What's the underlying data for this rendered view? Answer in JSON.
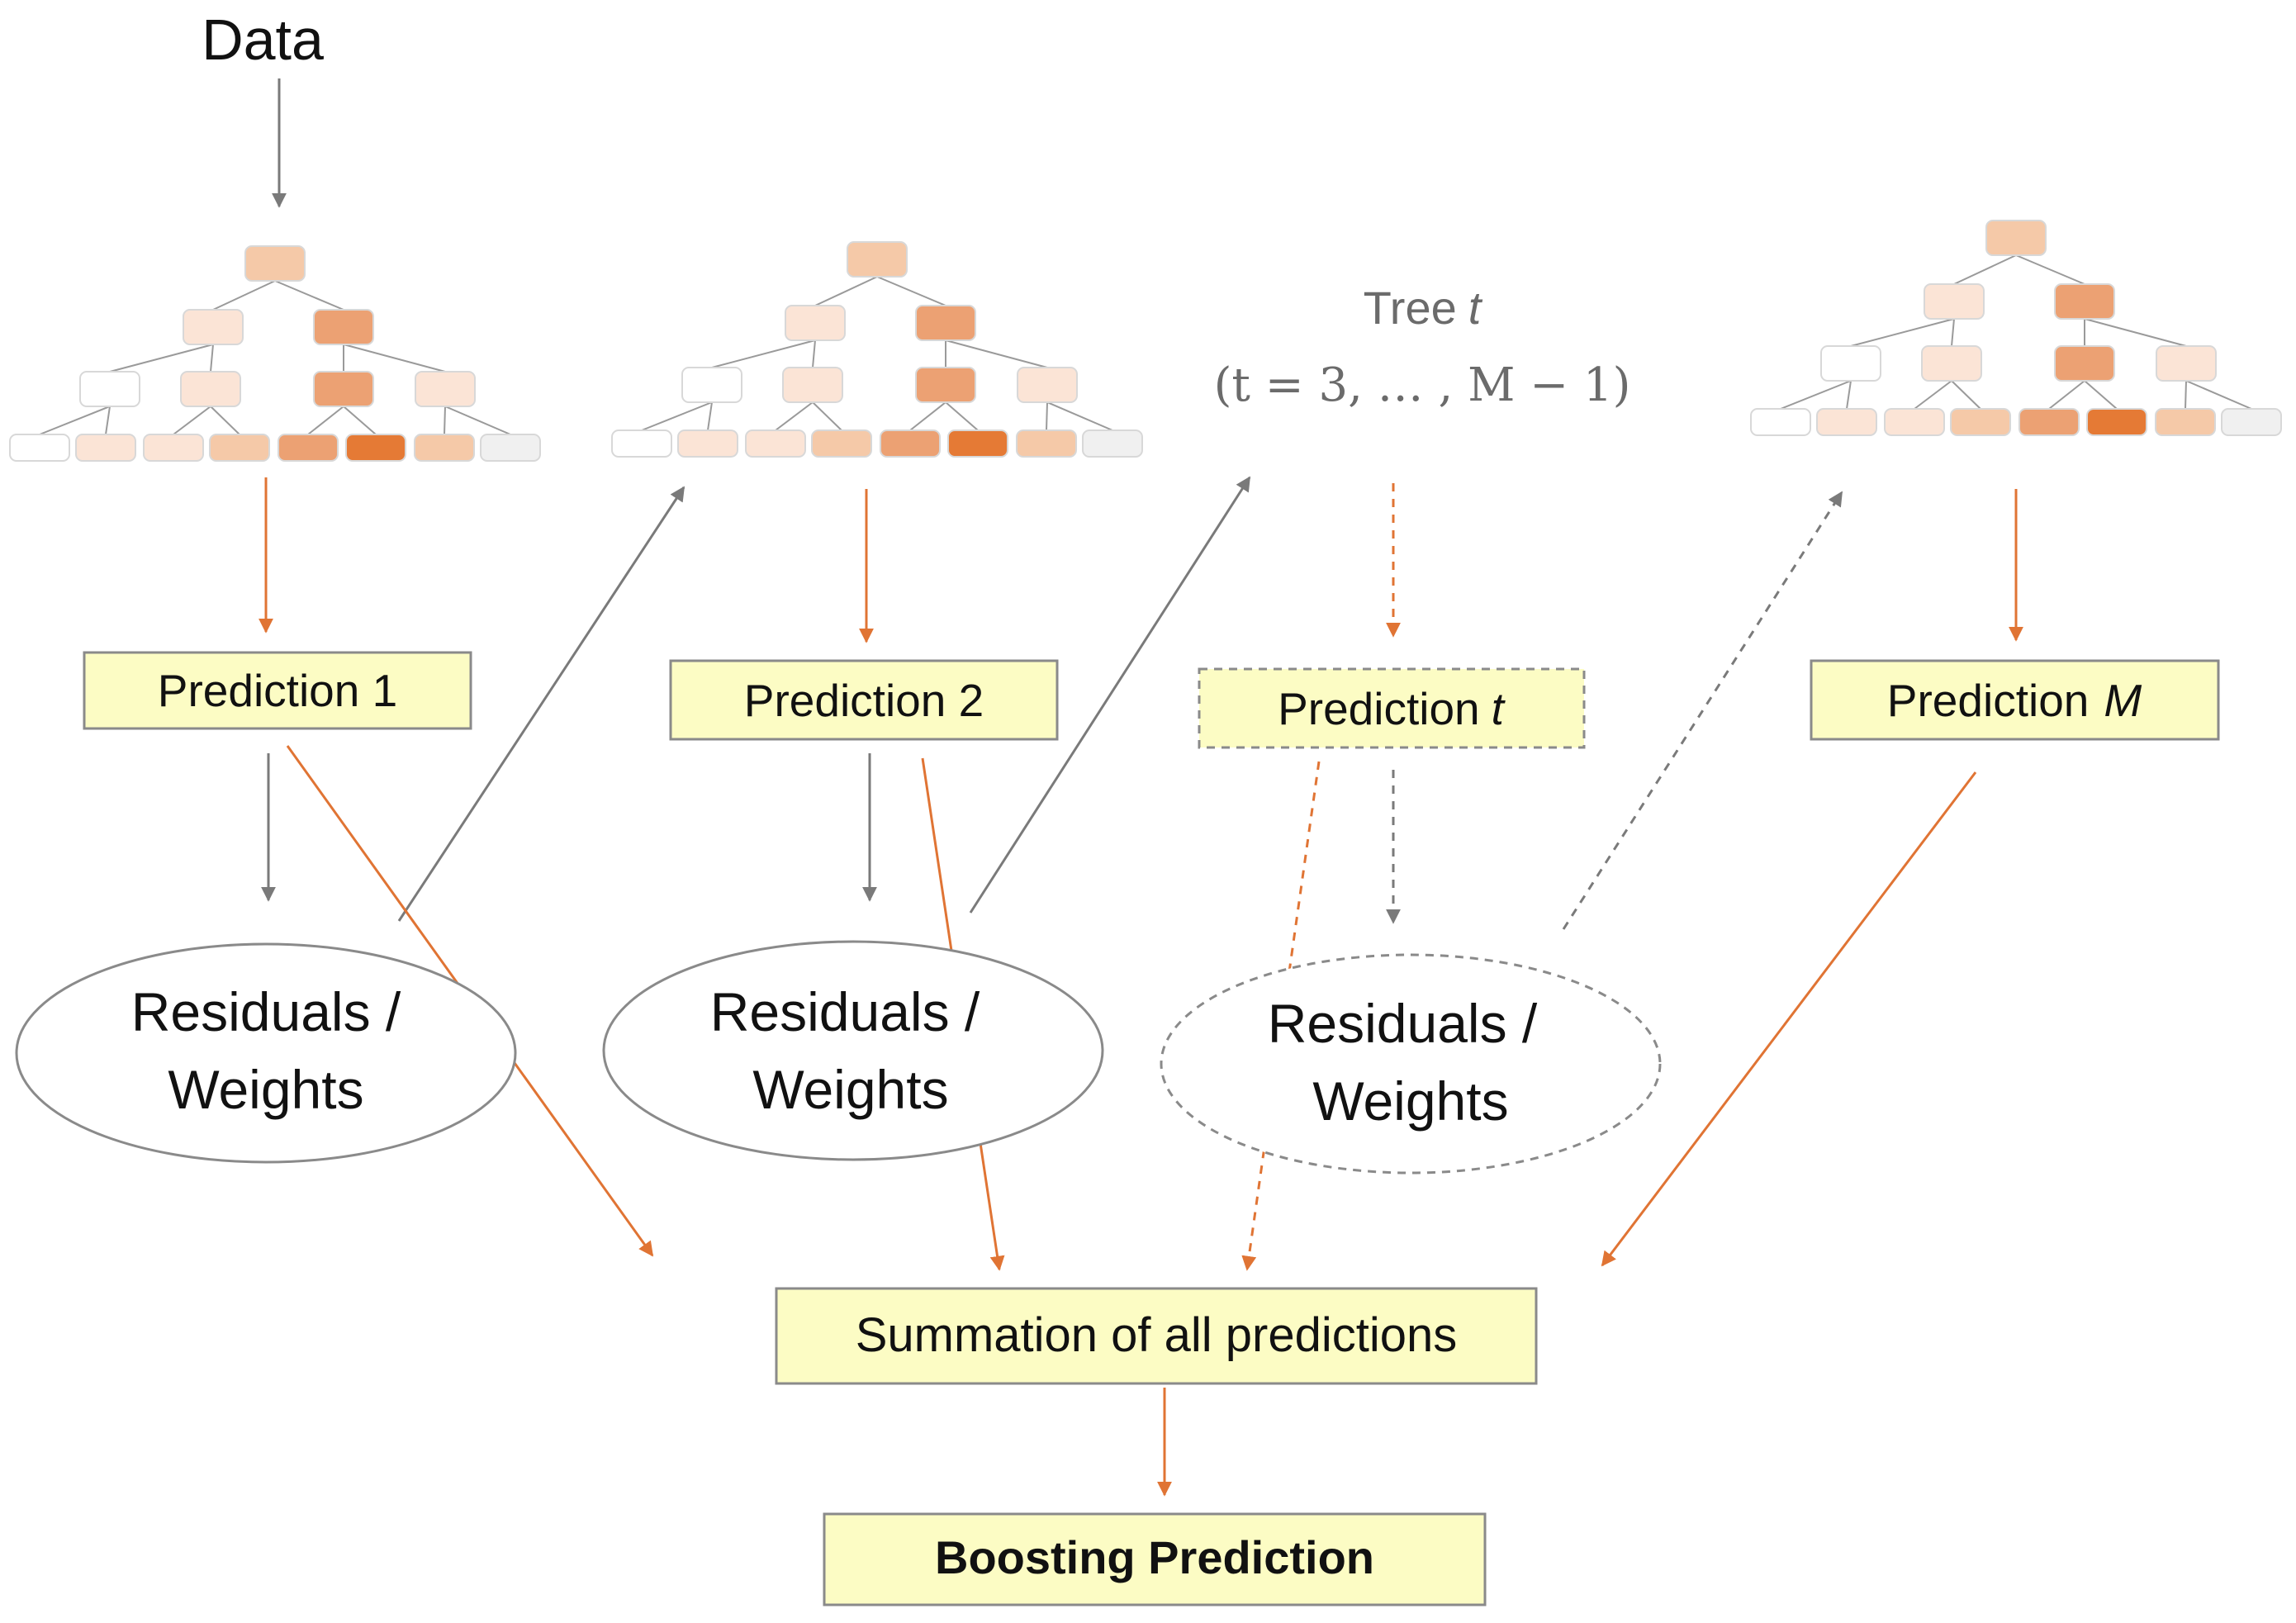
{
  "input": {
    "label": "Data"
  },
  "tree_t": {
    "label": "Tree",
    "var": "t",
    "range": "(t = 3, … , M − 1)"
  },
  "predictions": [
    {
      "label": "Prediction 1",
      "var": ""
    },
    {
      "label": "Prediction 2",
      "var": ""
    },
    {
      "label": "Prediction",
      "var": "t"
    },
    {
      "label": "Prediction",
      "var": "M"
    }
  ],
  "residuals": [
    {
      "line1": "Residuals /",
      "line2": "Weights"
    },
    {
      "line1": "Residuals /",
      "line2": "Weights"
    },
    {
      "line1": "Residuals /",
      "line2": "Weights"
    }
  ],
  "summation": {
    "label": "Summation of all predictions"
  },
  "output": {
    "label": "Boosting Prediction"
  },
  "colors": {
    "box_fill": "#fcfcc4",
    "box_stroke": "#8a8a8a",
    "orange_arrow": "#e07434",
    "gray_arrow": "#7a7a7a",
    "tree_shades": [
      "#ffffff",
      "#fbe4d6",
      "#f5c9a8",
      "#eca173",
      "#e57a35",
      "#f0f0f0"
    ]
  }
}
